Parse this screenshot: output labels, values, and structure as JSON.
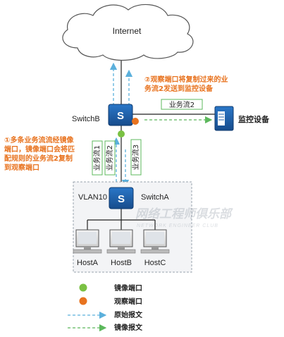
{
  "cloud": {
    "label": "Internet"
  },
  "switch_b": {
    "label": "SwitchB",
    "icon": "S"
  },
  "switch_a": {
    "label": "SwitchA",
    "icon": "S"
  },
  "vlan": {
    "label": "VLAN10"
  },
  "monitor": {
    "label": "监控设备"
  },
  "hosts": [
    {
      "label": "HostA"
    },
    {
      "label": "HostB"
    },
    {
      "label": "HostC"
    }
  ],
  "flows": {
    "flow1": "业务流1",
    "flow2": "业务流2",
    "flow3": "业务流3",
    "flow2_mirror": "业务流2"
  },
  "notes": {
    "note1": [
      "①多条业务流流经镜像",
      "端口，镜像端口会将匹",
      "配规则的业务流2复制",
      "到观察端口"
    ],
    "note2": [
      "②观察端口将复制过来的业",
      "务流2发送到监控设备"
    ]
  },
  "watermark": "网络工程师俱乐部",
  "watermark_en": "NETWORK ENGINEER CLUB",
  "legend": [
    {
      "key": "mirror_port",
      "label": "镜像端口"
    },
    {
      "key": "observe_port",
      "label": "观察端口"
    },
    {
      "key": "original",
      "label": "原始报文"
    },
    {
      "key": "mirrored",
      "label": "镜像报文"
    }
  ],
  "colors": {
    "switch_fill": "#1f5fa8",
    "mirror_port": "#7ac143",
    "observe_port": "#e8731f",
    "original_packet": "#5bb0dc",
    "mirrored_packet": "#5cb85c",
    "note_text": "#e8731f",
    "vlan_box": "#f3f4f6",
    "link": "#222222"
  }
}
